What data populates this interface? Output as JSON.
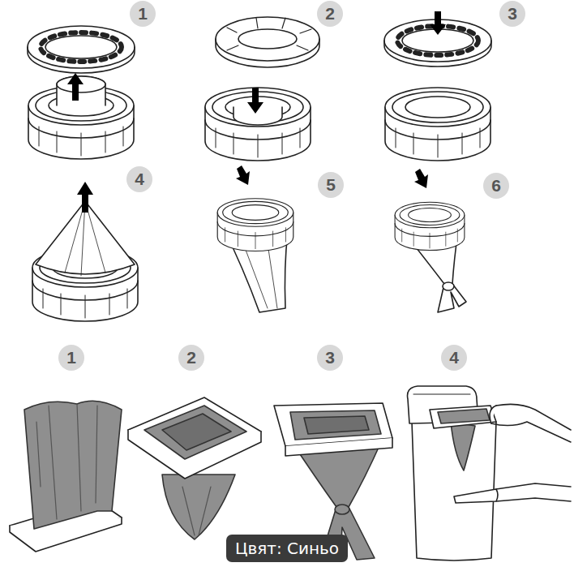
{
  "diagram": {
    "nodes": [
      {
        "text": [
          "Цвят: Синьо"
        ]
      }
    ],
    "labels": [
      "1",
      "2",
      "3",
      "4",
      "5",
      "6",
      "1",
      "2",
      "3",
      "4"
    ]
  }
}
